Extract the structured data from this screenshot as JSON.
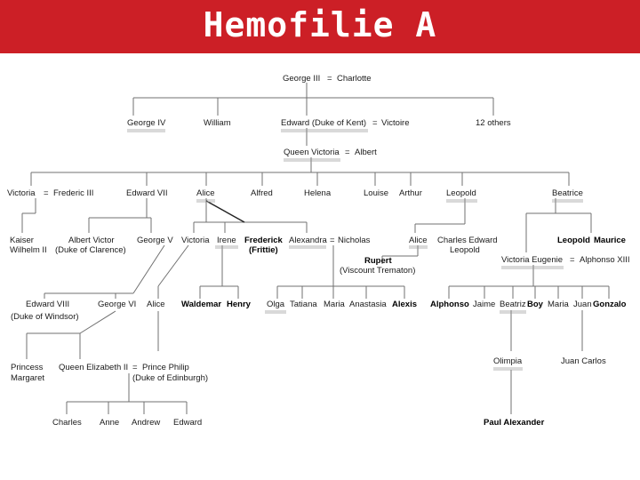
{
  "title": "Hemofilie A",
  "people": {
    "george3": "George III",
    "charlotte": "Charlotte",
    "george4": "George IV",
    "william": "William",
    "edward_kent": "Edward (Duke of Kent)",
    "victoire": "Victoire",
    "twelve_others": "12 others",
    "queen_victoria": "Queen Victoria",
    "albert": "Albert",
    "victoria": "Victoria",
    "frederic3": "Frederic III",
    "edward7": "Edward VII",
    "alice": "Alice",
    "alfred": "Alfred",
    "helena": "Helena",
    "louise": "Louise",
    "arthur": "Arthur",
    "leopold": "Leopold",
    "beatrice": "Beatrice",
    "kaiser": "Kaiser",
    "wilhelm2": "Wilhelm II",
    "albert_victor": "Albert Victor",
    "duke_clarence": "(Duke of Clarence)",
    "george5": "George V",
    "victoria2": "Victoria",
    "irene": "Irene",
    "frederick": "Frederick",
    "frittie": "(Frittie)",
    "alexandra": "Alexandra",
    "nicholas": "Nicholas",
    "alice2": "Alice",
    "charles_edward": "Charles Edward",
    "leopold2": "Leopold",
    "leopold3": "Leopold",
    "maurice": "Maurice",
    "rupert": "Rupert",
    "viscount": "(Viscount Trematon)",
    "victoria_eugenie": "Victoria Eugenie",
    "alphonso13": "Alphonso XIII",
    "edward8": "Edward VIII",
    "duke_windsor": "(Duke of Windsor)",
    "george6": "George VI",
    "alice3": "Alice",
    "waldemar": "Waldemar",
    "henry": "Henry",
    "olga": "Olga",
    "tatiana": "Tatiana",
    "maria": "Maria",
    "anastasia": "Anastasia",
    "alexis": "Alexis",
    "alphonso": "Alphonso",
    "jaime": "Jaime",
    "beatriz": "Beatriz",
    "boy": "Boy",
    "maria2": "Maria",
    "juan": "Juan",
    "gonzalo": "Gonzalo",
    "princess": "Princess",
    "margaret": "Margaret",
    "queen_elizabeth": "Queen Elizabeth II",
    "prince_philip": "Prince Philip",
    "duke_edinburgh": "(Duke of Edinburgh)",
    "olimpia": "Olimpia",
    "juan_carlos": "Juan Carlos",
    "charles": "Charles",
    "anne": "Anne",
    "andrew": "Andrew",
    "edward": "Edward",
    "paul_alexander": "Paul Alexander"
  },
  "marriage_sign": "=",
  "colors": {
    "title_bar": "#cc1f26",
    "title_text": "#ffffff",
    "line": "#707070"
  }
}
